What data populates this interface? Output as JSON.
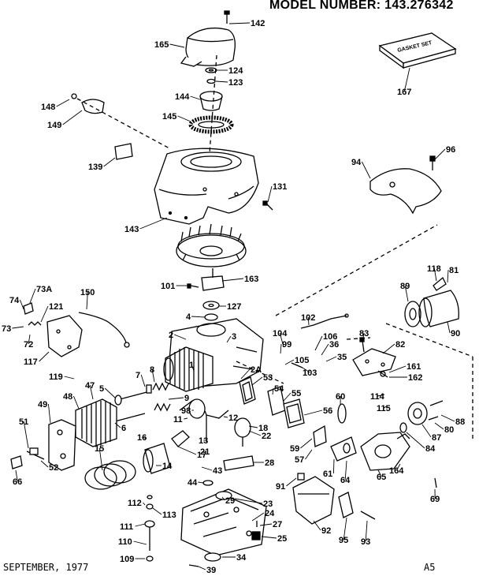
{
  "header": {
    "model_label": "MODEL NUMBER:",
    "model_number": "143.276342"
  },
  "footer": {
    "date": "SEPTEMBER, 1977",
    "page_code": "A5"
  },
  "gasket_box_text": "GASKET SET",
  "part_labels": [
    "142",
    "165",
    "124",
    "123",
    "144",
    "145",
    "148",
    "149",
    "139",
    "143",
    "131",
    "167",
    "94",
    "96",
    "163",
    "101",
    "127",
    "4",
    "2",
    "150",
    "73A",
    "74",
    "121",
    "73",
    "72",
    "117",
    "119",
    "5",
    "7",
    "8",
    "6",
    "9",
    "48",
    "47",
    "49",
    "51",
    "52",
    "66",
    "15",
    "16",
    "98",
    "11",
    "12",
    "17",
    "13",
    "14",
    "21",
    "43",
    "44",
    "18",
    "22",
    "2A",
    "53",
    "54",
    "55",
    "56",
    "28",
    "91",
    "102",
    "104",
    "99",
    "106",
    "105",
    "36",
    "103",
    "35",
    "83",
    "82",
    "161",
    "162",
    "114",
    "115",
    "88",
    "80",
    "87",
    "84",
    "69",
    "118",
    "81",
    "89",
    "90",
    "59",
    "57",
    "60",
    "61",
    "64",
    "65",
    "164",
    "29",
    "23",
    "112",
    "113",
    "111",
    "110",
    "109",
    "24",
    "27",
    "25",
    "34",
    "39",
    "92",
    "95",
    "93",
    "1",
    "3"
  ]
}
